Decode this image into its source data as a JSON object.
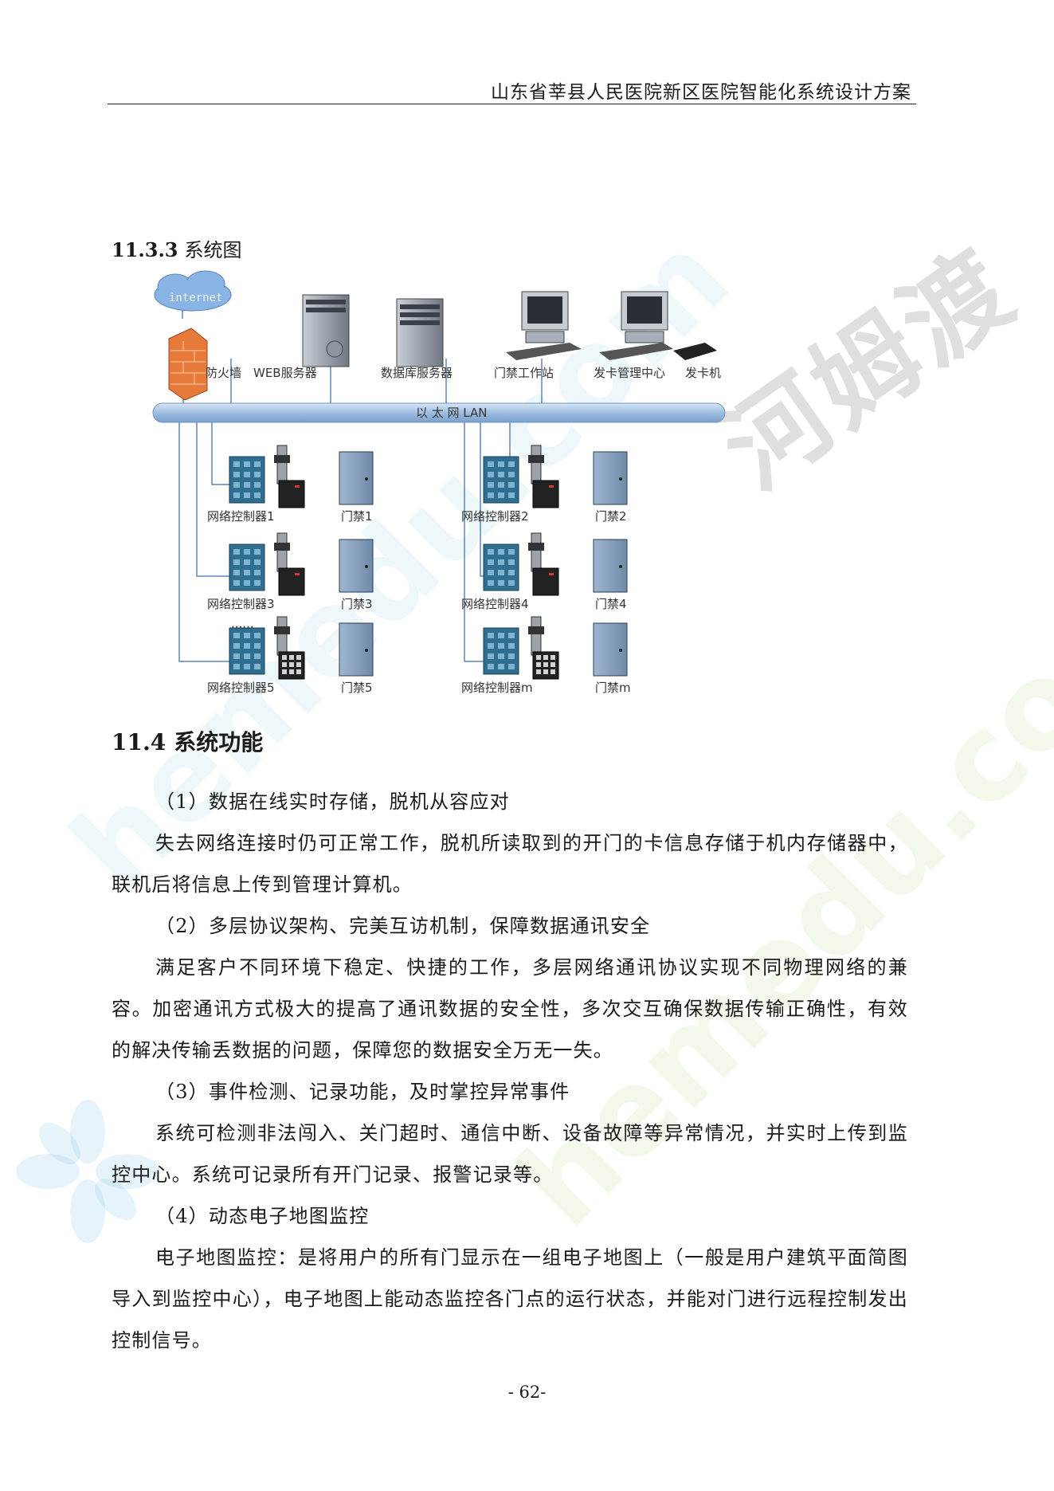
{
  "header": {
    "title": "山东省莘县人民医院新区医院智能化系统设计方案"
  },
  "section_333": {
    "number": "11.3.3",
    "title": "系统图"
  },
  "diagram": {
    "cloud": "internet",
    "firewall": "防火墙",
    "web_server": "WEB服务器",
    "db_server": "数据库服务器",
    "workstation": "门禁工作站",
    "card_center": "发卡管理中心",
    "card_machine": "发卡机",
    "lan": "以 太 网 LAN",
    "dots": "······",
    "controllers": [
      "网络控制器1",
      "网络控制器3",
      "网络控制器5",
      "网络控制器2",
      "网络控制器4",
      "网络控制器m"
    ],
    "doors": [
      "门禁1",
      "门禁3",
      "门禁5",
      "门禁2",
      "门禁4",
      "门禁m"
    ]
  },
  "section_114": {
    "number": "11.4",
    "title": "系统功能"
  },
  "paragraphs": [
    {
      "text": "（1）数据在线实时存储，脱机从容应对"
    },
    {
      "text": "失去网络连接时仍可正常工作，脱机所读取到的开门的卡信息存储于机内存储器中，联机后将信息上传到管理计算机。"
    },
    {
      "text": "（2）多层协议架构、完美互访机制，保障数据通讯安全"
    },
    {
      "text": "满足客户不同环境下稳定、快捷的工作，多层网络通讯协议实现不同物理网络的兼容。加密通讯方式极大的提高了通讯数据的安全性，多次交互确保数据传输正确性，有效的解决传输丢数据的问题，保障您的数据安全万无一失。"
    },
    {
      "text": "（3）事件检测、记录功能，及时掌控异常事件"
    },
    {
      "text": "系统可检测非法闯入、关门超时、通信中断、设备故障等异常情况，并实时上传到监控中心。系统可记录所有开门记录、报警记录等。"
    },
    {
      "text": "（4）动态电子地图监控"
    },
    {
      "text": "电子地图监控：是将用户的所有门显示在一组电子地图上（一般是用户建筑平面简图导入到监控中心），电子地图上能动态监控各门点的运行状态，并能对门进行远程控制发出控制信号。"
    }
  ],
  "footer": {
    "page": "- 62-"
  },
  "watermark": {
    "cn": "河姆渡",
    "en": "hemedu.com"
  }
}
